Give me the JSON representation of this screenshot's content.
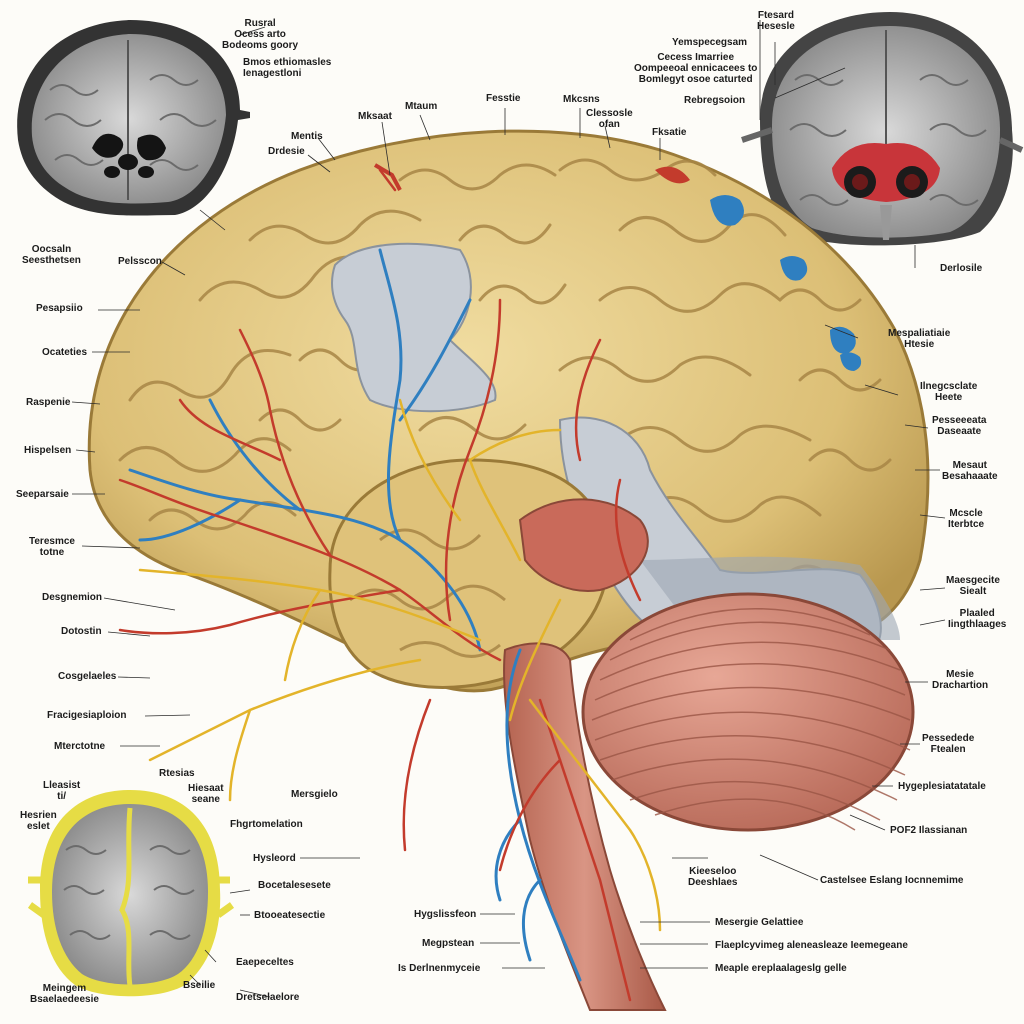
{
  "colors": {
    "cortex": "#e2c77f",
    "cortex_shadow": "#b8974e",
    "gray_matter": "#c7cdd5",
    "artery": "#c33b2c",
    "vein": "#2f7fc0",
    "nerve": "#e3b42a",
    "cerebellum": "#d48a79",
    "brainstem": "#c97a68",
    "scan_dark": "#2a2a2a",
    "scan_ring_yellow": "#e6dc45"
  },
  "labels": {
    "t1": [
      "Rusral",
      "Ocess arto",
      "Bodeoms goory"
    ],
    "t2": [
      "Bmos ethiomasles",
      "Ienagestloni"
    ],
    "t3": "Mtaum",
    "t4": "Mksaat",
    "t5": "Fesstie",
    "t6": "Mkcsns",
    "t7": [
      "Clessosle",
      "ofan"
    ],
    "t8": "Fksatie",
    "t9": "Mentis",
    "t10": "Drdesie",
    "t11": [
      "Ftesard",
      "Hesesle"
    ],
    "t12": "Yemspecegsam",
    "t13": [
      "Cecess Imarriee",
      "Oompeeoal ennicacees to",
      "Bomlegyt osoe caturted"
    ],
    "t14": "Rebregsoion",
    "l1": [
      "Oocsaln",
      "Seesthetsen"
    ],
    "l2": "Pelsscon",
    "l3": "Pesapsiio",
    "l4": "Ocateties",
    "l5": "Raspenie",
    "l6": "Hispelsen",
    "l7": "Seeparsaie",
    "l8": [
      "Teresmce",
      "totne"
    ],
    "l9": "Desgnemion",
    "l10": "Dotostin",
    "l11": "Cosgelaeles",
    "l12": "Fracigesiaploion",
    "l13": "Mterctotne",
    "b1": [
      "Lleasist",
      "ti/"
    ],
    "b2": "Rtesias",
    "b3": [
      "Hiesaat",
      "seane"
    ],
    "b4": [
      "Hesrien",
      "eslet"
    ],
    "b5": "Mersgielo",
    "b6": "Fhgrtomelation",
    "b7": "Hysleord",
    "b8": "Bocetalesesete",
    "b9": "Btooeatesectie",
    "b10": "Eaepeceltes",
    "b11": [
      "Meingem",
      "Bsaelaedeesie"
    ],
    "b12": "Bseilie",
    "b13": "Dretselaelore",
    "m1": [
      "Kieeseloo",
      "Deeshlaes"
    ],
    "m2": "Hygslissfeon",
    "m3": "Megpstean",
    "m4": "Is Derlnenmyceie",
    "m5": "Mesergie Gelattiee",
    "m6": "Flaeplcyvimeg aleneasleaze Ieemegeane",
    "m7": "Meaple ereplaalageslg gelle",
    "rr1": "Derlosile",
    "rr2": [
      "Mespaliatiaie",
      "Htesie"
    ],
    "rr3": [
      "Ilnegcsclate",
      "Heete"
    ],
    "rr4": [
      "Pesseeeata",
      "Daseaate"
    ],
    "rr5": [
      "Mesaut",
      "Besahaaate"
    ],
    "rr6": [
      "Mcscle",
      "Iterbtce"
    ],
    "rr7": [
      "Maesgecite",
      "Siealt"
    ],
    "rr8": [
      "Plaaled",
      "Iingthlaages"
    ],
    "rr9": [
      "Mesie",
      "Drachartion"
    ],
    "rr10": [
      "Pessedede",
      "Ftealen"
    ],
    "rr11": "Hygeplesiatatatale",
    "rr12": "POF2 Ilassianan",
    "rr13": "Castelsee Eslang Iocnnemime"
  }
}
